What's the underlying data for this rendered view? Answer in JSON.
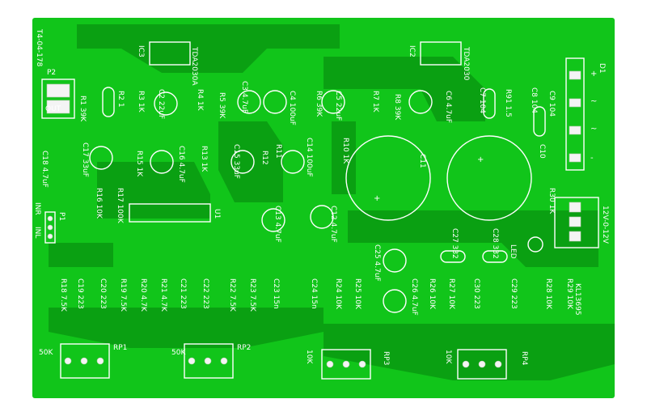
{
  "colors": {
    "board": "#11c51a",
    "copper": "#0aa012",
    "silkscreen": "#ffffff",
    "pad": "#f4f4f4",
    "background": "#ffffff"
  },
  "board": {
    "date_code": "T4-04-178",
    "version_code": "KL13695",
    "labels": {
      "p2": "P2",
      "out": "OUT",
      "p1": "P1",
      "inr": "INR",
      "inl": "INL",
      "d1": "D1",
      "plus": "+",
      "minus": "-",
      "tilde": "~",
      "led": "LED",
      "u1": "U1",
      "power": "12V-0-12V"
    },
    "ics": [
      {
        "ref": "IC3",
        "part": "TDA2030A"
      },
      {
        "ref": "IC2",
        "part": "TDA2030"
      }
    ],
    "resistors": [
      {
        "ref": "R1",
        "value": "39K"
      },
      {
        "ref": "R2",
        "value": "1"
      },
      {
        "ref": "R3",
        "value": "1K"
      },
      {
        "ref": "R4",
        "value": "1K"
      },
      {
        "ref": "R5",
        "value": "39K"
      },
      {
        "ref": "R6",
        "value": "39K"
      },
      {
        "ref": "R7",
        "value": "1K"
      },
      {
        "ref": "R8",
        "value": "39K"
      },
      {
        "ref": "R9",
        "value": "1.5"
      },
      {
        "ref": "R10",
        "value": "1K"
      },
      {
        "ref": "R11",
        "value": ""
      },
      {
        "ref": "R12",
        "value": ""
      },
      {
        "ref": "R13",
        "value": "1K"
      },
      {
        "ref": "R15",
        "value": "1K"
      },
      {
        "ref": "R16",
        "value": "10K"
      },
      {
        "ref": "R17",
        "value": "100K"
      },
      {
        "ref": "R18",
        "value": "7.5K"
      },
      {
        "ref": "R19",
        "value": "7.5K"
      },
      {
        "ref": "R20",
        "value": "4.7K"
      },
      {
        "ref": "R21",
        "value": "4.7K"
      },
      {
        "ref": "R22",
        "value": "7.5K"
      },
      {
        "ref": "R23",
        "value": "7.5K"
      },
      {
        "ref": "R24",
        "value": "10K"
      },
      {
        "ref": "R25",
        "value": "10K"
      },
      {
        "ref": "R26",
        "value": "10K"
      },
      {
        "ref": "R27",
        "value": "10K"
      },
      {
        "ref": "R28",
        "value": "10K"
      },
      {
        "ref": "R29",
        "value": "10K"
      },
      {
        "ref": "R30",
        "value": "1K"
      },
      {
        "ref": "R91",
        "value": "1.5"
      }
    ],
    "capacitors": [
      {
        "ref": "C2",
        "value": "22uF"
      },
      {
        "ref": "C3",
        "value": "4.7uF"
      },
      {
        "ref": "C4",
        "value": "100uF"
      },
      {
        "ref": "C5",
        "value": "22uF"
      },
      {
        "ref": "C6",
        "value": "4.7uF"
      },
      {
        "ref": "C7",
        "value": "104"
      },
      {
        "ref": "C8",
        "value": "104"
      },
      {
        "ref": "C9",
        "value": "104"
      },
      {
        "ref": "C10",
        "value": ""
      },
      {
        "ref": "C11",
        "value": ""
      },
      {
        "ref": "C12",
        "value": "4.7uF"
      },
      {
        "ref": "C13",
        "value": "4.7uF"
      },
      {
        "ref": "C14",
        "value": "100uF"
      },
      {
        "ref": "C15",
        "value": "33uF"
      },
      {
        "ref": "C16",
        "value": "4.7uF"
      },
      {
        "ref": "C17",
        "value": "33uF"
      },
      {
        "ref": "C18",
        "value": "4.7uF"
      },
      {
        "ref": "C19",
        "value": "223"
      },
      {
        "ref": "C20",
        "value": "223"
      },
      {
        "ref": "C21",
        "value": "223"
      },
      {
        "ref": "C22",
        "value": "223"
      },
      {
        "ref": "C23",
        "value": "15n"
      },
      {
        "ref": "C24",
        "value": "15n"
      },
      {
        "ref": "C25",
        "value": "4.7uF"
      },
      {
        "ref": "C26",
        "value": "4.7uF"
      },
      {
        "ref": "C27",
        "value": "332"
      },
      {
        "ref": "C28",
        "value": "332"
      },
      {
        "ref": "C29",
        "value": "223"
      },
      {
        "ref": "C30",
        "value": "223"
      }
    ],
    "pots": [
      {
        "ref": "RP1",
        "value": "50K"
      },
      {
        "ref": "RP2",
        "value": "50K"
      },
      {
        "ref": "RP3",
        "value": "10K"
      },
      {
        "ref": "RP4",
        "value": "10K"
      }
    ]
  }
}
